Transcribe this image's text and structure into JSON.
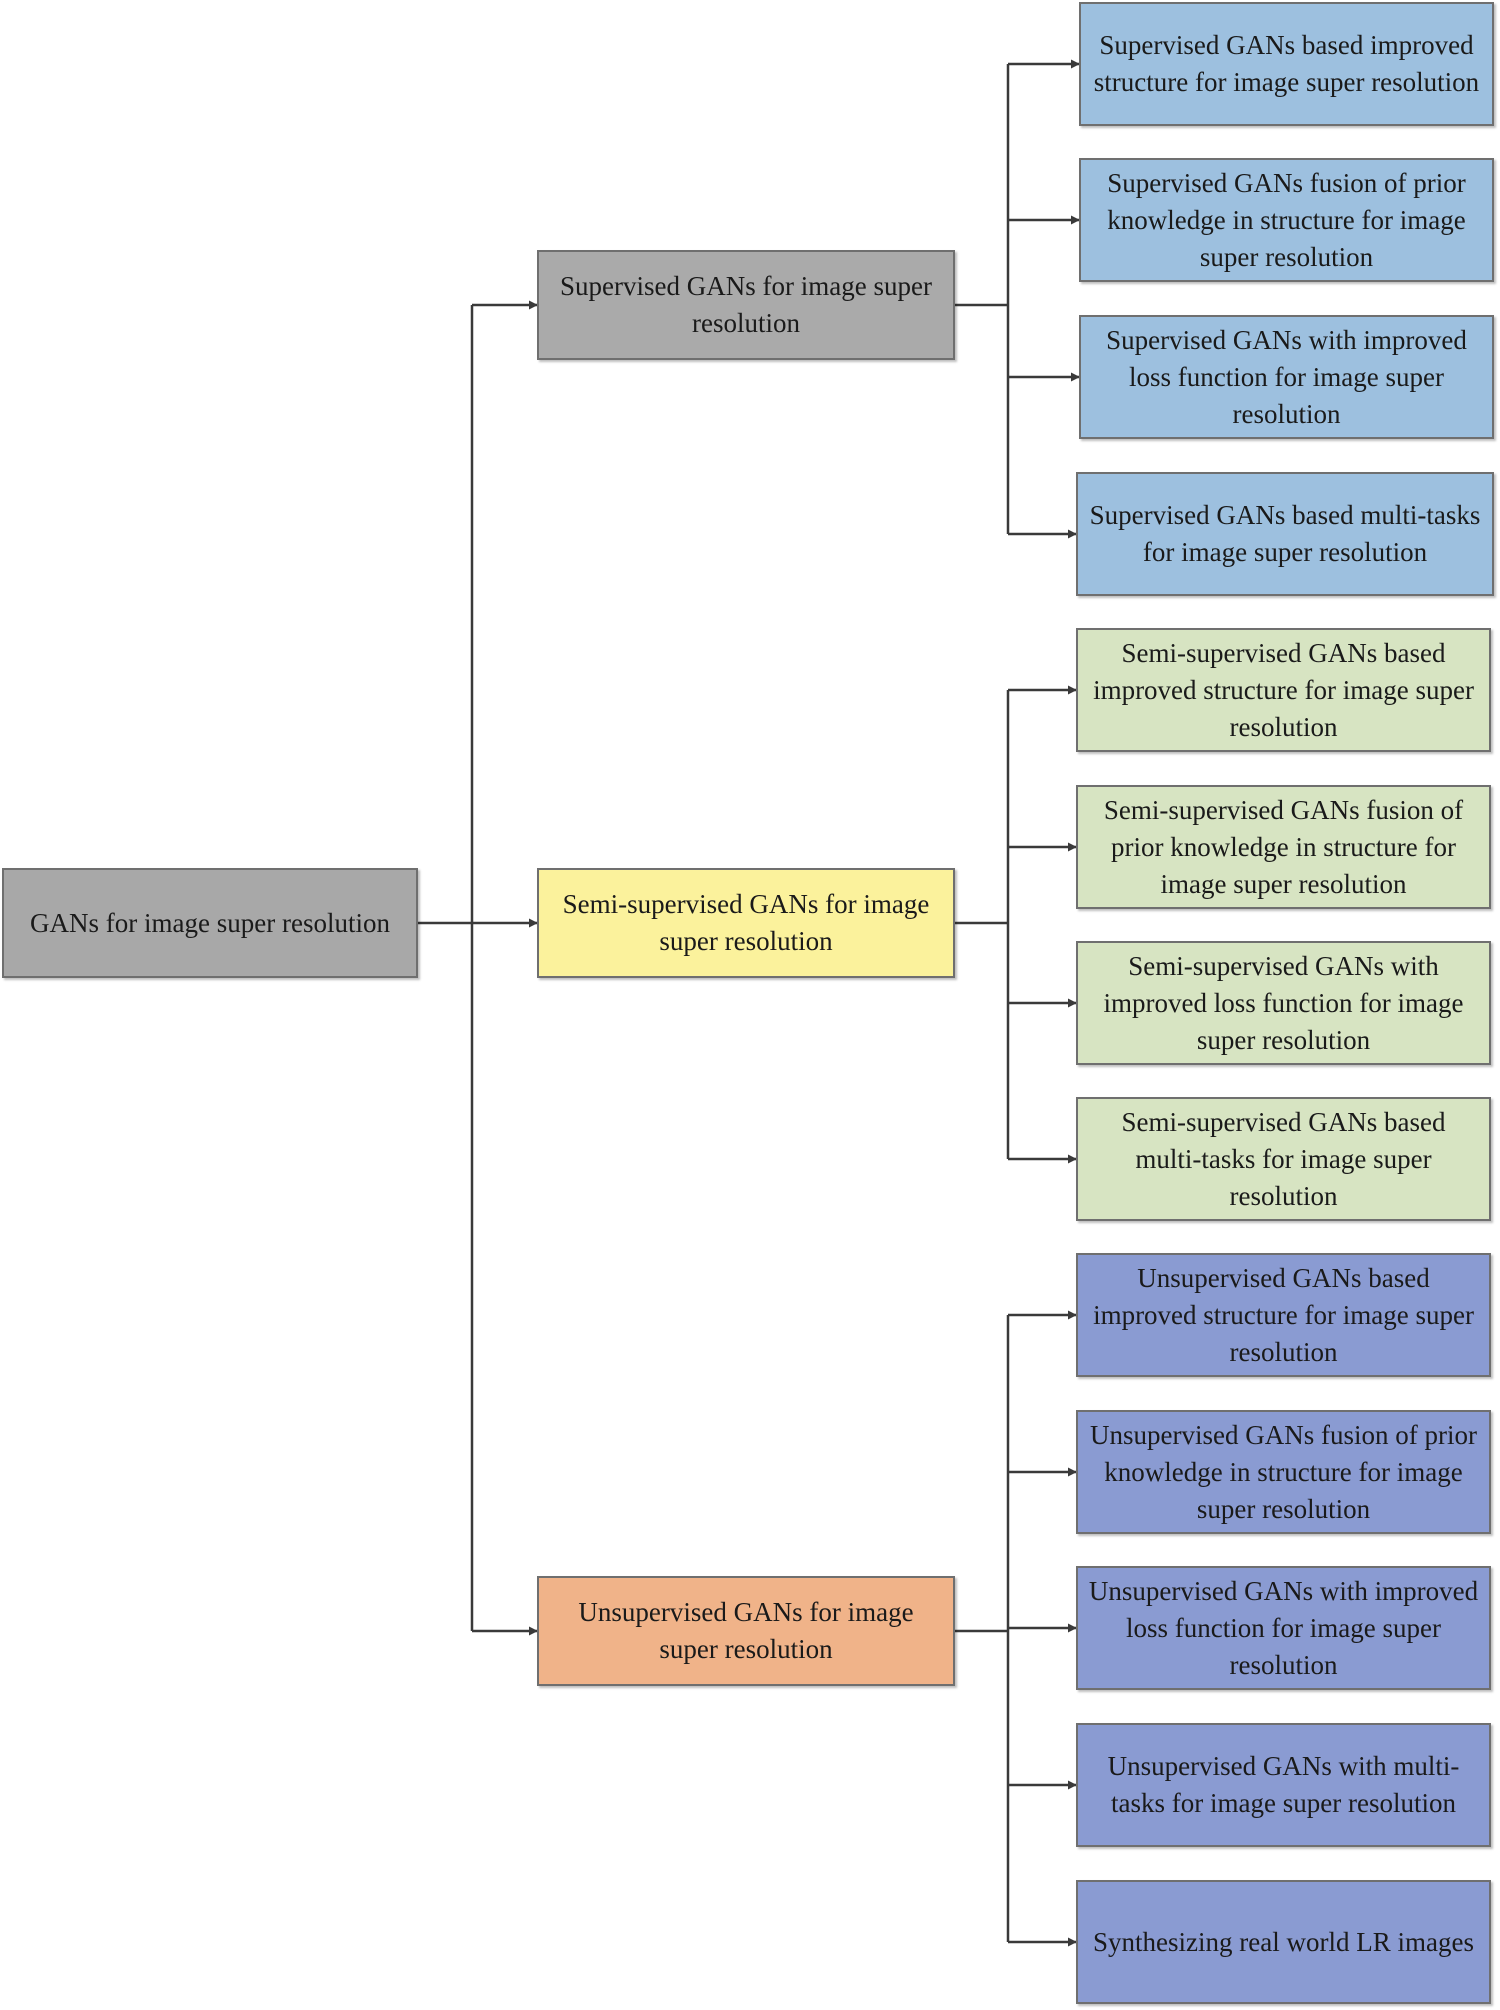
{
  "root": {
    "label": "GANs for image super resolution",
    "color": "#a8a8a8"
  },
  "groups": [
    {
      "label": "Supervised GANs for image super resolution",
      "color": "#aaaaaa",
      "leaf_color": "#9dc0df",
      "leaves": [
        "Supervised GANs based improved structure for image super resolution",
        "Supervised GANs fusion of prior knowledge in structure for image super resolution",
        "Supervised GANs with improved loss function for image super resolution",
        "Supervised GANs based multi-tasks for image super resolution"
      ]
    },
    {
      "label": "Semi-supervised GANs for image super resolution",
      "color": "#fbf29c",
      "leaf_color": "#d7e4c2",
      "leaves": [
        "Semi-supervised GANs based improved structure for image super resolution",
        "Semi-supervised GANs fusion of prior knowledge in structure for image super resolution",
        "Semi-supervised GANs with improved loss function for image super resolution",
        "Semi-supervised GANs based multi-tasks for image super resolution"
      ]
    },
    {
      "label": "Unsupervised GANs for image super resolution",
      "color": "#f0b389",
      "leaf_color": "#8a9bd2",
      "leaves": [
        "Unsupervised  GANs based improved structure for image super resolution",
        "Unsupervised  GANs fusion of prior knowledge in structure for image super resolution",
        "Unsupervised  GANs with improved loss function for image super resolution",
        "Unsupervised  GANs with multi-tasks for image super resolution",
        "Synthesizing real world LR images"
      ]
    }
  ],
  "line_color": "#3a3a3a"
}
